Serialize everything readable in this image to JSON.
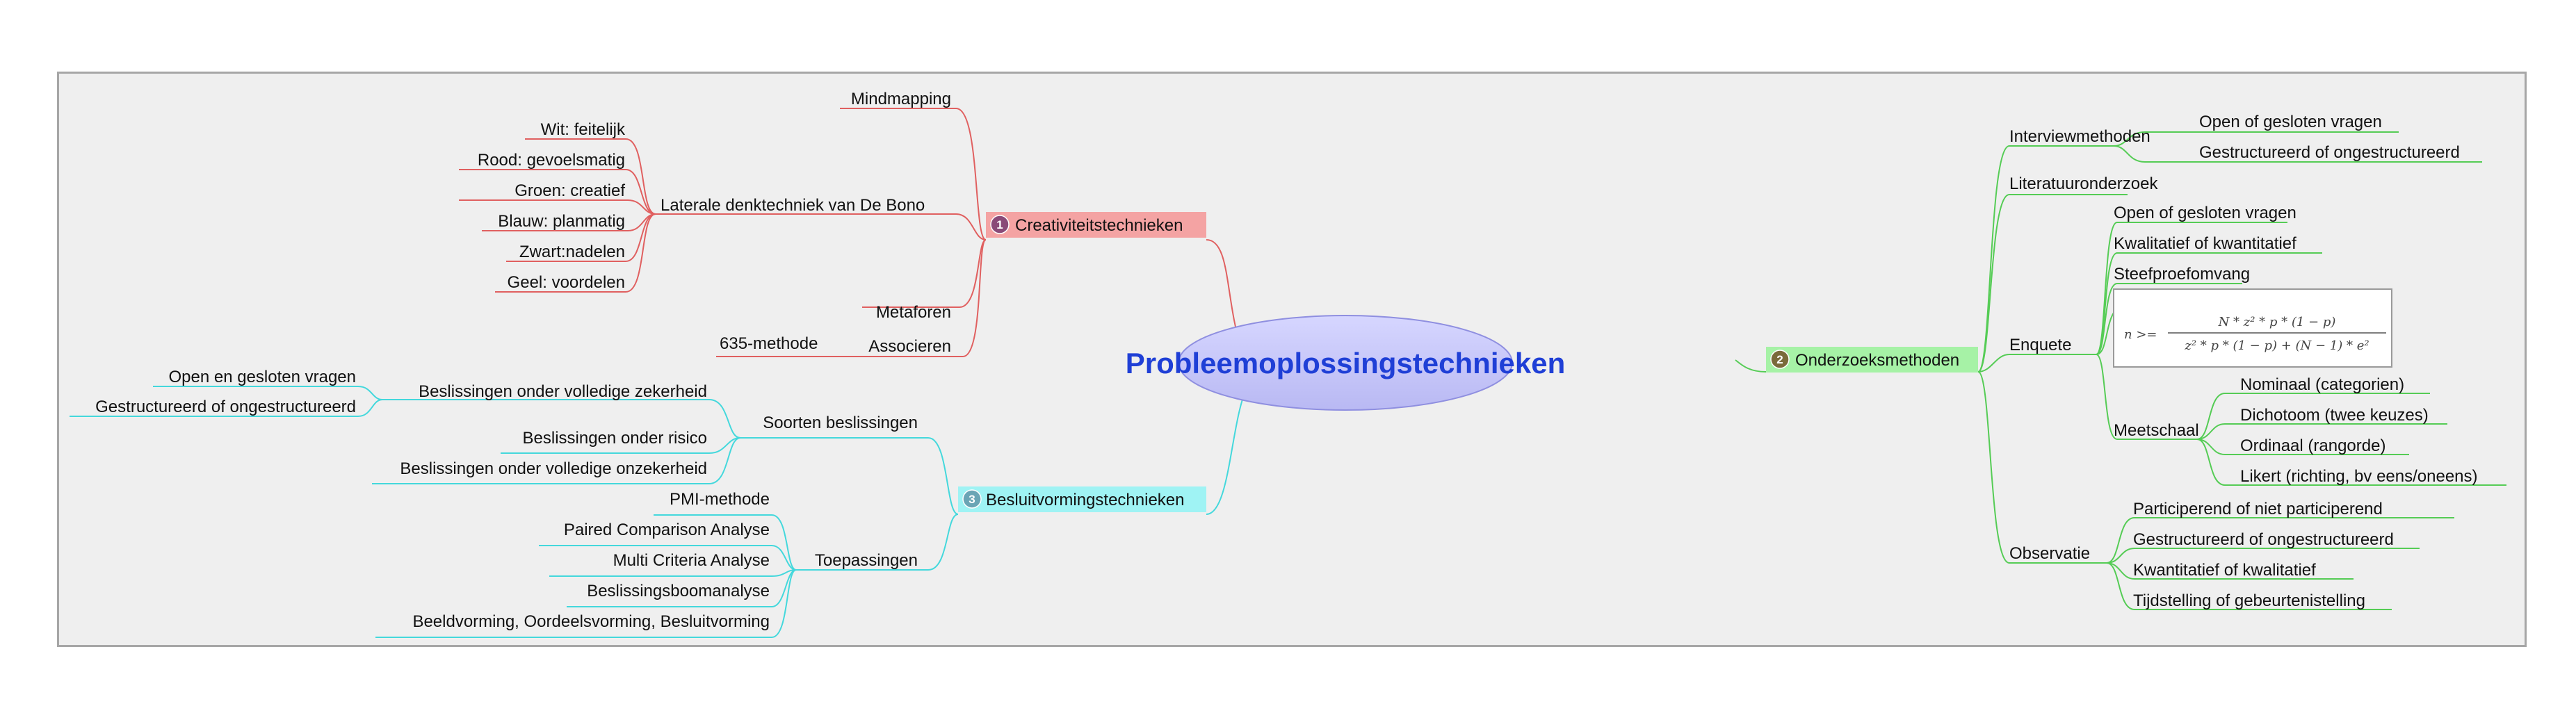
{
  "root": {
    "label": "Probleemoplossingstechnieken"
  },
  "branches": {
    "creativiteit": {
      "number": "1",
      "label": "Creativiteitstechnieken",
      "color": "#e06060",
      "fill": "#f4a3a3",
      "children": {
        "mindmapping": "Mindmapping",
        "laterale": "Laterale denktechniek van De Bono",
        "hats": [
          "Wit: feitelijk",
          "Rood: gevoelsmatig",
          "Groen: creatief",
          "Blauw: planmatig",
          "Zwart:nadelen",
          "Geel: voordelen"
        ],
        "metaforen": "Metaforen",
        "associeren": "Associeren",
        "methode635": "635-methode"
      }
    },
    "onderzoek": {
      "number": "2",
      "label": "Onderzoeksmethoden",
      "color": "#55cc55",
      "fill": "#a6f2a6",
      "children": {
        "interview": "Interviewmethoden",
        "interview_items": [
          "Open of gesloten vragen",
          "Gestructureerd of ongestructureerd"
        ],
        "literatuur": "Literatuuronderzoek",
        "enquete": "Enquete",
        "enquete_items": [
          "Open of gesloten vragen",
          "Kwalitatief of kwantitatief",
          "Steefproefomvang"
        ],
        "meetschaal": "Meetschaal",
        "meetschaal_items": [
          "Nominaal (categorien)",
          "Dichotoom (twee keuzes)",
          "Ordinaal (rangorde)",
          "Likert (richting, bv eens/oneens)"
        ],
        "observatie": "Observatie",
        "observatie_items": [
          "Participerend of niet participerend",
          "Gestructureerd of ongestructureerd",
          "Kwantitatief of kwalitatief",
          "Tijdstelling of gebeurtenistelling"
        ],
        "formula": {
          "lhs": "n >=",
          "numerator": "N * z² * p * (1 − p)",
          "denominator": "z² * p * (1 − p) + (N − 1) * e²"
        }
      }
    },
    "besluit": {
      "number": "3",
      "label": "Besluitvormingstechnieken",
      "color": "#44d8dc",
      "fill": "#9ff3f4",
      "children": {
        "soorten": "Soorten beslissingen",
        "zekerheid": "Beslissingen onder volledige zekerheid",
        "zekerheid_items": [
          "Open en gesloten vragen",
          "Gestructureerd of ongestructureerd"
        ],
        "risico": "Beslissingen onder risico",
        "onzekerheid": "Beslissingen onder volledige onzekerheid",
        "toepassingen": "Toepassingen",
        "toepassingen_items": [
          "PMI-methode",
          "Paired Comparison Analyse",
          "Multi Criteria Analyse",
          "Beslissingsboomanalyse",
          "Beeldvorming, Oordeelsvorming, Besluitvorming"
        ]
      }
    }
  }
}
